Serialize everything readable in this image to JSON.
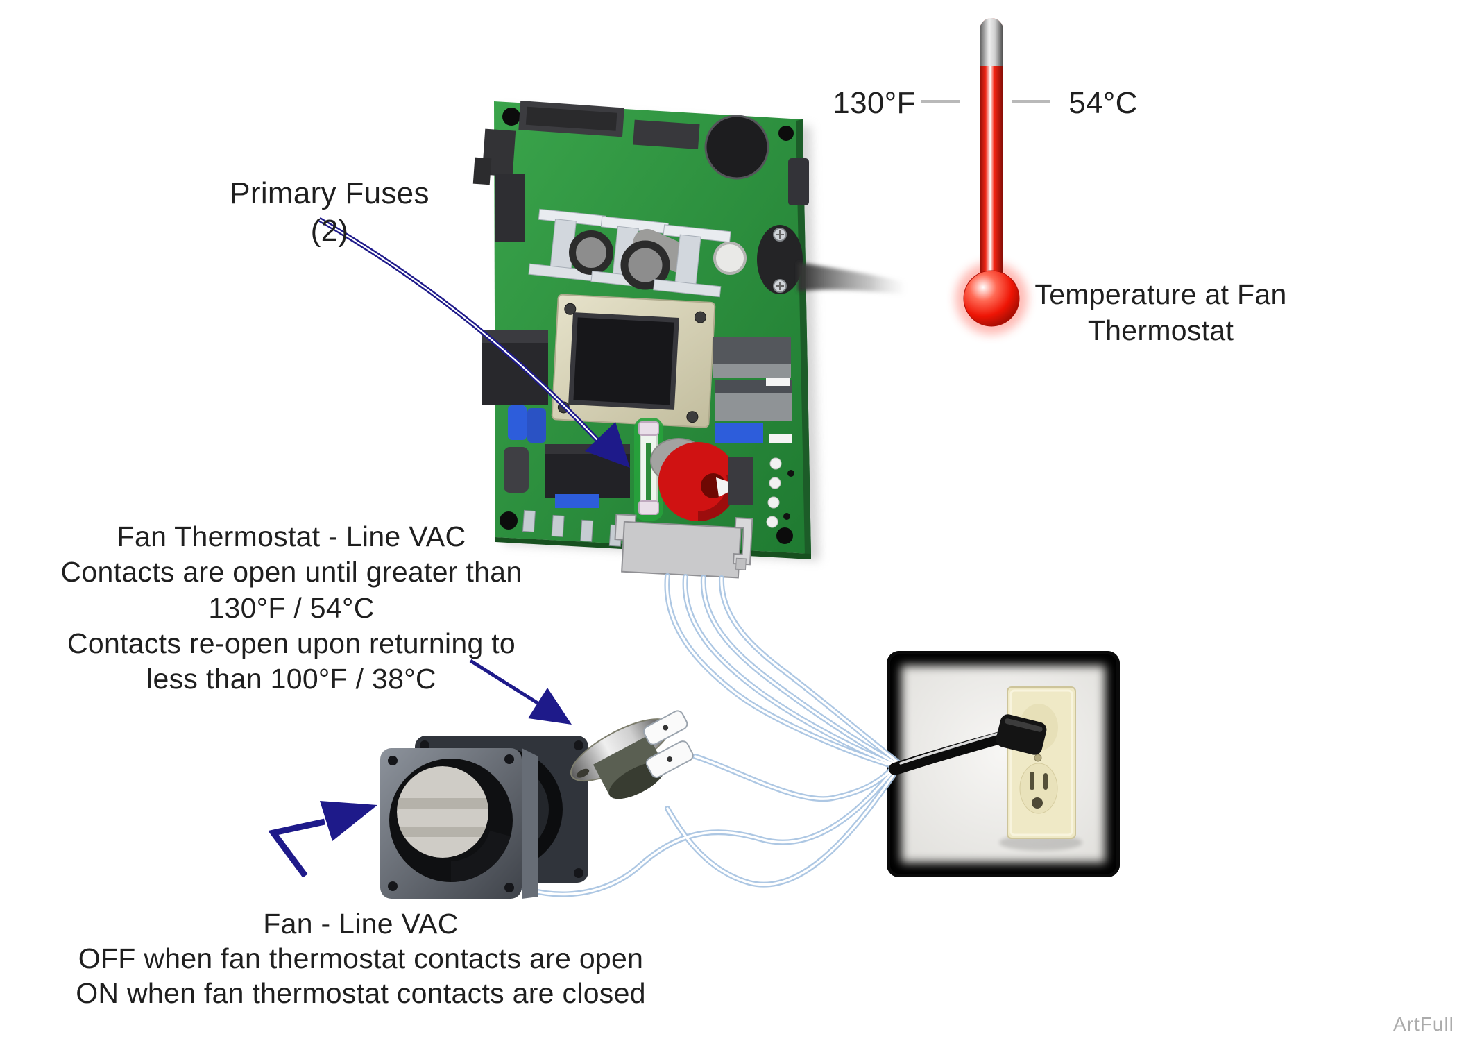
{
  "diagram": {
    "primary_fuses_label": {
      "line1": "Primary Fuses",
      "line2": "(2)"
    },
    "thermometer": {
      "left_value": "130°F",
      "right_value": "54°C",
      "caption_line1": "Temperature at Fan",
      "caption_line2": "Thermostat"
    },
    "fan_thermostat_note": {
      "line1": "Fan Thermostat - Line VAC",
      "line2": "Contacts are open until greater than",
      "line3": "130°F / 54°C",
      "line4": "Contacts re-open upon returning to",
      "line5": "less than 100°F / 38°C"
    },
    "fan_note": {
      "line1": "Fan - Line VAC",
      "line2": "OFF when fan thermostat contacts are open",
      "line3": "ON when fan thermostat contacts are closed"
    },
    "watermark": "ArtFull",
    "colors": {
      "arrow_navy": "#1e1a8a",
      "pcb_green": "#2f9440",
      "thermometer_red": "#ee2414",
      "wire_blue": "#a9c4e2",
      "outlet_plate_cream": "#efe9c6",
      "toroid_red": "#d01212"
    }
  }
}
